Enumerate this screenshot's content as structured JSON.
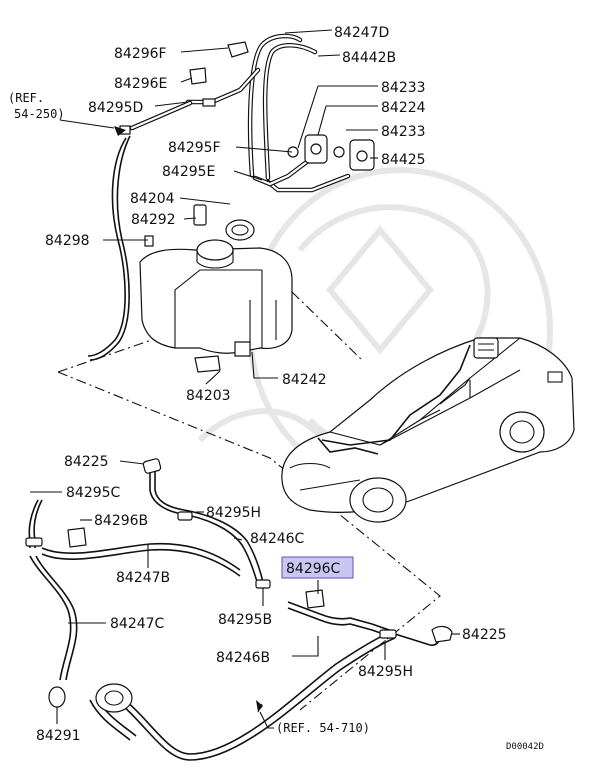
{
  "diagram": {
    "part_numbers": {
      "p84247D": "84247D",
      "p84296F": "84296F",
      "p84442B": "84442B",
      "p84296E": "84296E",
      "p84233a": "84233",
      "p84295D": "84295D",
      "p84224": "84224",
      "p84233b": "84233",
      "p84295F": "84295F",
      "p84425": "84425",
      "p84295E": "84295E",
      "p84204": "84204",
      "p84292": "84292",
      "p84298": "84298",
      "p84203": "84203",
      "p84242": "84242",
      "p84225a": "84225",
      "p84295C": "84295C",
      "p84296B": "84296B",
      "p84295H_a": "84295H",
      "p84246C": "84246C",
      "p84247B": "84247B",
      "p84296C": "84296C",
      "p84295B": "84295B",
      "p84247C": "84247C",
      "p84225b": "84225",
      "p84246B": "84246B",
      "p84295H_b": "84295H",
      "p84291": "84291"
    },
    "ref_top_line1": "(REF.",
    "ref_top_line2": "54-250)",
    "ref_bottom": "(REF. 54-710)",
    "diagram_code": "D00042D",
    "highlight_color": "#c9c6f2"
  }
}
